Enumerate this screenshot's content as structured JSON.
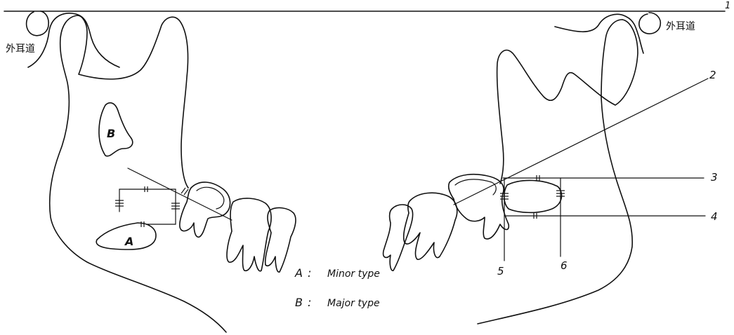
{
  "labels": {
    "ear_canal_left": "外耳道",
    "ear_canal_right": "外耳道",
    "region_a": "A",
    "region_b": "B",
    "n1": "1",
    "n2": "2",
    "n3": "3",
    "n4": "4",
    "n5": "5",
    "n6": "6"
  },
  "legend": [
    {
      "key": "A",
      "sep": ":",
      "text": "Minor type"
    },
    {
      "key": "B",
      "sep": ":",
      "text": "Major type"
    }
  ]
}
